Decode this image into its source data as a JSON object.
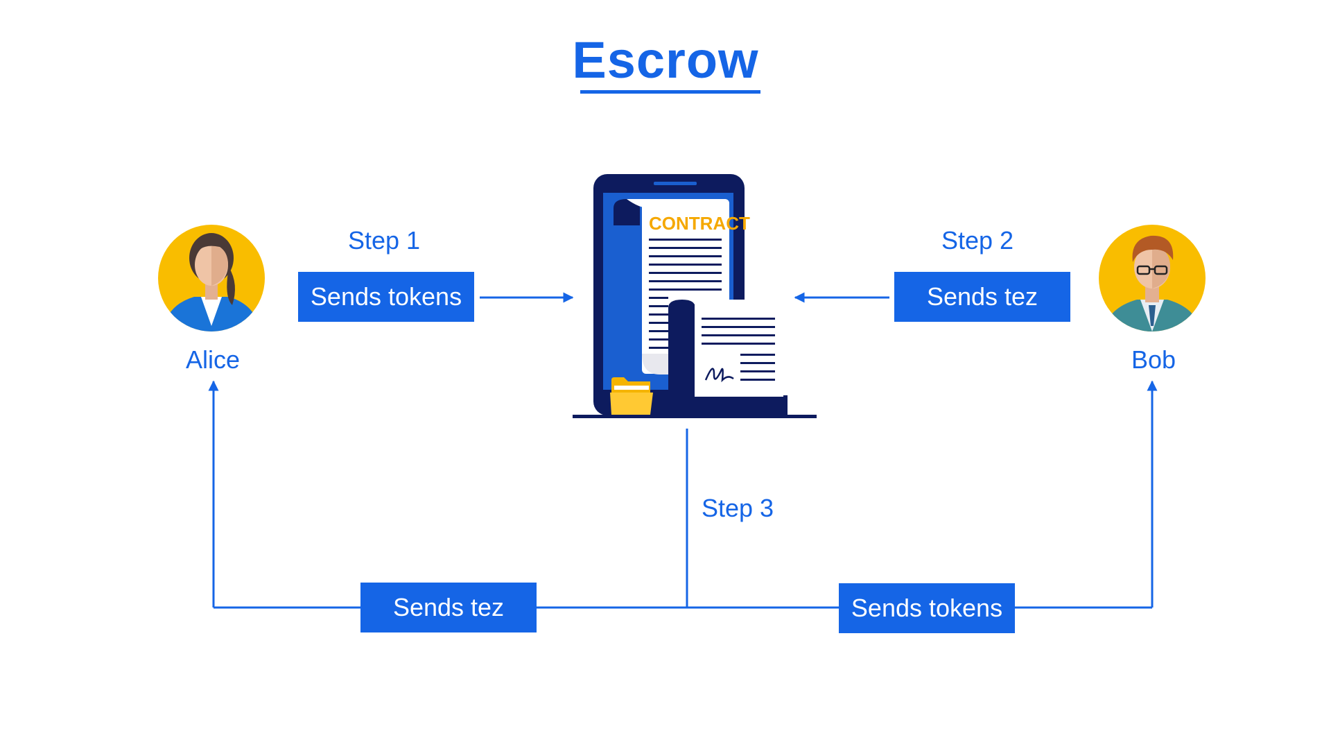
{
  "title": "Escrow",
  "actors": {
    "alice": {
      "name": "Alice"
    },
    "bob": {
      "name": "Bob"
    }
  },
  "contract": {
    "label": "CONTRACT"
  },
  "steps": {
    "step1": {
      "label": "Step 1",
      "action": "Sends tokens"
    },
    "step2": {
      "label": "Step 2",
      "action": "Sends tez"
    },
    "step3": {
      "label": "Step 3",
      "to_alice": "Sends tez",
      "to_bob": "Sends tokens"
    }
  },
  "colors": {
    "primary_blue": "#1565e6",
    "navy": "#0d1b5e",
    "avatar_yellow": "#f9bd00",
    "folder_yellow": "#f5b400"
  }
}
